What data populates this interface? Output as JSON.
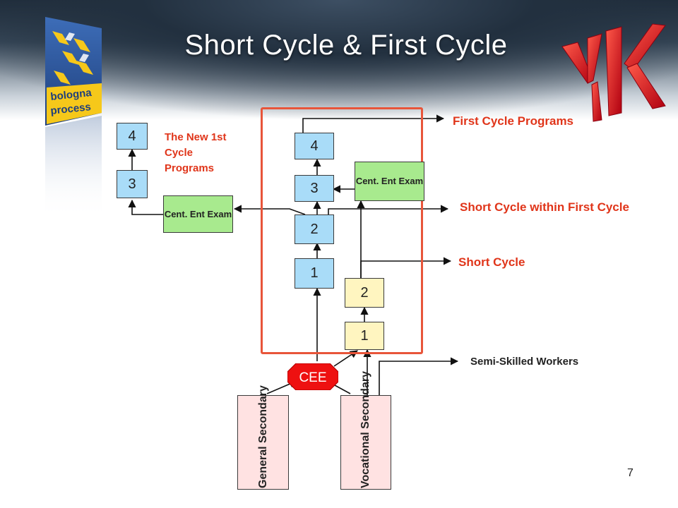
{
  "slide": {
    "title": "Short Cycle & First Cycle",
    "page_number": "7"
  },
  "logos": {
    "bologna_text": "bologna process",
    "yok_text": "YK"
  },
  "left_track": {
    "box_4": "4",
    "box_3": "3",
    "exam": "Cent. Ent Exam",
    "label": "The New 1st Cycle Programs"
  },
  "center_track": {
    "box_4": "4",
    "box_3": "3",
    "box_2": "2",
    "box_1": "1",
    "exam": "Cent. Ent Exam",
    "cee": "CEE"
  },
  "vocational_track": {
    "box_2": "2",
    "box_1": "1"
  },
  "sources": {
    "general": "General Secondary",
    "vocational": "Vocational Secondary"
  },
  "outcomes": {
    "first_cycle": "First Cycle Programs",
    "short_within_first": "Short Cycle within First Cycle",
    "short_cycle": "Short Cycle",
    "semi_skilled": "Semi-Skilled Workers"
  },
  "colors": {
    "blue_box": "#a9dcf8",
    "yellow_box": "#fff5c0",
    "green_box": "#a8ea8e",
    "cee_red": "#ee1111",
    "accent_red": "#e0351a",
    "frame_orange": "#e8553a"
  }
}
